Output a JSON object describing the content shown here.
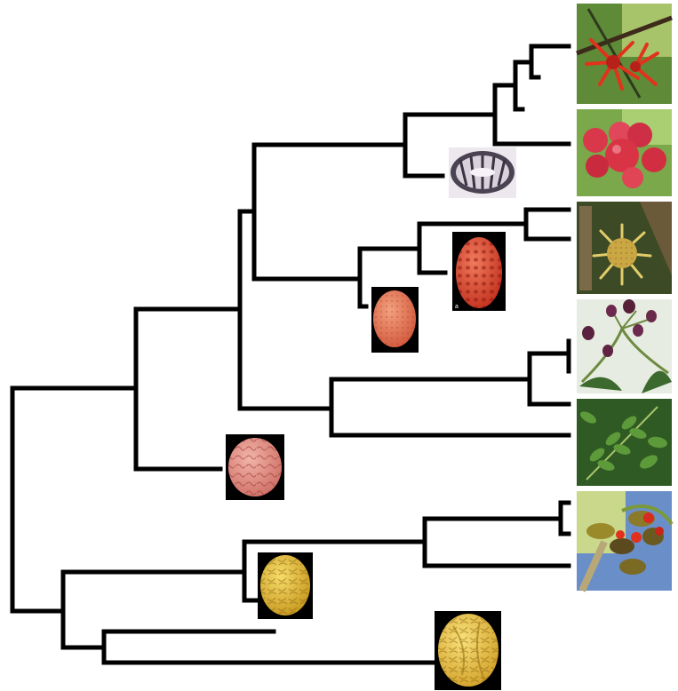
{
  "figure": {
    "kind": "phylogenetic-tree",
    "colors": {
      "branch": "#000000",
      "photo_frame": "#ffffff",
      "seed_background": "#000000",
      "seed_red": "#e0503c",
      "seed_pink": "#e89a8e",
      "seed_yellow": "#e8c23c"
    },
    "photos": [
      {
        "name": "red-spiky-fruit-cluster-photo",
        "subject": "red-spiky-fruit-cluster"
      },
      {
        "name": "red-berries-photo",
        "subject": "red-berries"
      },
      {
        "name": "spiky-yellow-fruit-photo",
        "subject": "spiky-yellow-fruit"
      },
      {
        "name": "purple-buds-photo",
        "subject": "purple-buds"
      },
      {
        "name": "pinnate-leaves-photo",
        "subject": "pinnate-leaves"
      },
      {
        "name": "red-seeds-open-pods-photo",
        "subject": "red-seeds-open-pods"
      }
    ],
    "seeds": [
      {
        "name": "seed-cross-section-image",
        "subject": "seed-cross-section"
      },
      {
        "name": "red-pitted-seed-image",
        "subject": "red-pitted-seed"
      },
      {
        "name": "orange-seed-image",
        "subject": "orange-seed"
      },
      {
        "name": "pink-wrinkled-seed-image",
        "subject": "pink-wrinkled-seed"
      },
      {
        "name": "yellow-sculpted-seed-image",
        "subject": "yellow-sculpted-seed"
      },
      {
        "name": "large-yellow-seed-image",
        "subject": "large-yellow-seed"
      }
    ]
  }
}
